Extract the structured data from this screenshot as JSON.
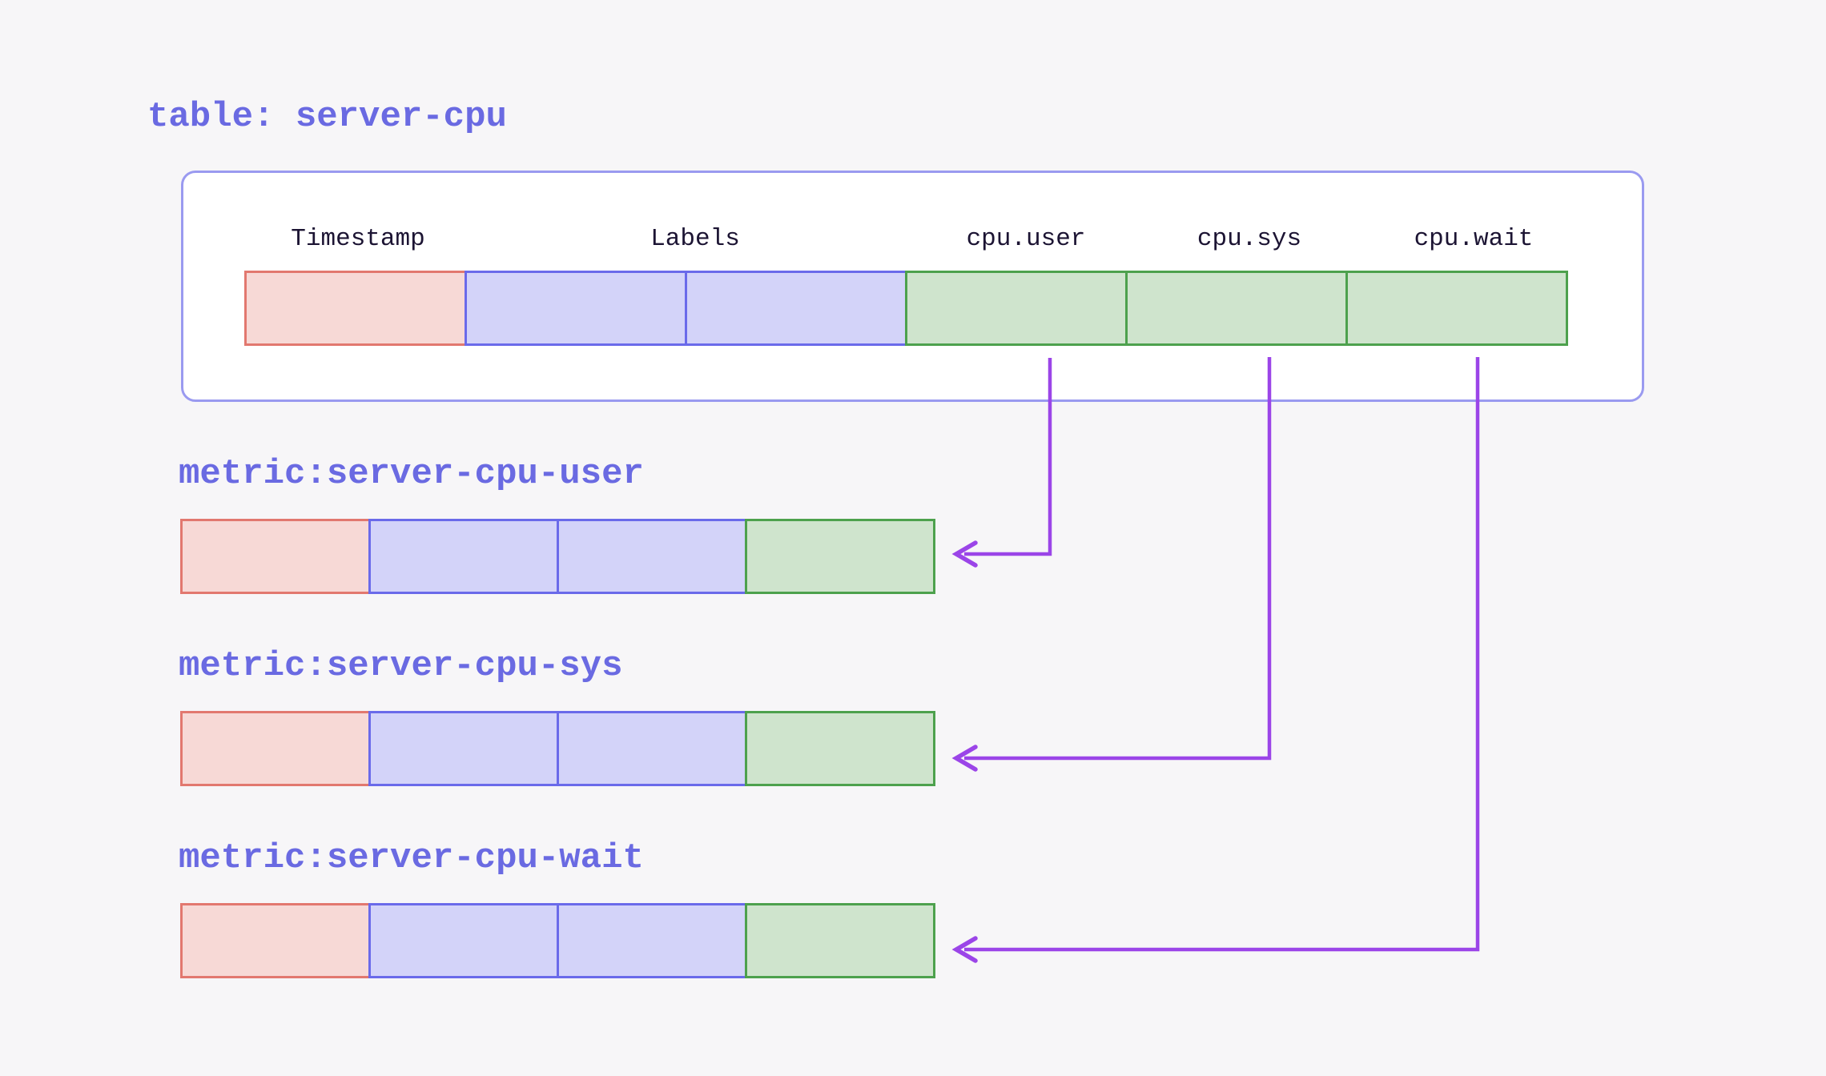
{
  "canvas": {
    "background": "#f7f6f8"
  },
  "table": {
    "title": "table: server-cpu",
    "columns": [
      {
        "label": "Timestamp"
      },
      {
        "label": "Labels"
      },
      {
        "label": "cpu.user"
      },
      {
        "label": "cpu.sys"
      },
      {
        "label": "cpu.wait"
      }
    ],
    "cells": [
      "timestamp",
      "label",
      "label",
      "field",
      "field",
      "field"
    ]
  },
  "metrics": [
    {
      "title": "metric:server-cpu-user",
      "source_column": "cpu.user",
      "cells": [
        "timestamp",
        "label",
        "label",
        "field"
      ]
    },
    {
      "title": "metric:server-cpu-sys",
      "source_column": "cpu.sys",
      "cells": [
        "timestamp",
        "label",
        "label",
        "field"
      ]
    },
    {
      "title": "metric:server-cpu-wait",
      "source_column": "cpu.wait",
      "cells": [
        "timestamp",
        "label",
        "label",
        "field"
      ]
    }
  ],
  "colors": {
    "background": "#f7f6f8",
    "box_fill": "#ffffff",
    "box_border": "#9a9af0",
    "title_text": "#6a6ae2",
    "header_text": "#1c1433",
    "timestamp_fill": "#f7d9d6",
    "timestamp_border": "#e2786f",
    "label_fill": "#d3d3f9",
    "label_border": "#6a6aea",
    "field_fill": "#cfe4cd",
    "field_border": "#4da14d",
    "arrow": "#9b45e8"
  }
}
